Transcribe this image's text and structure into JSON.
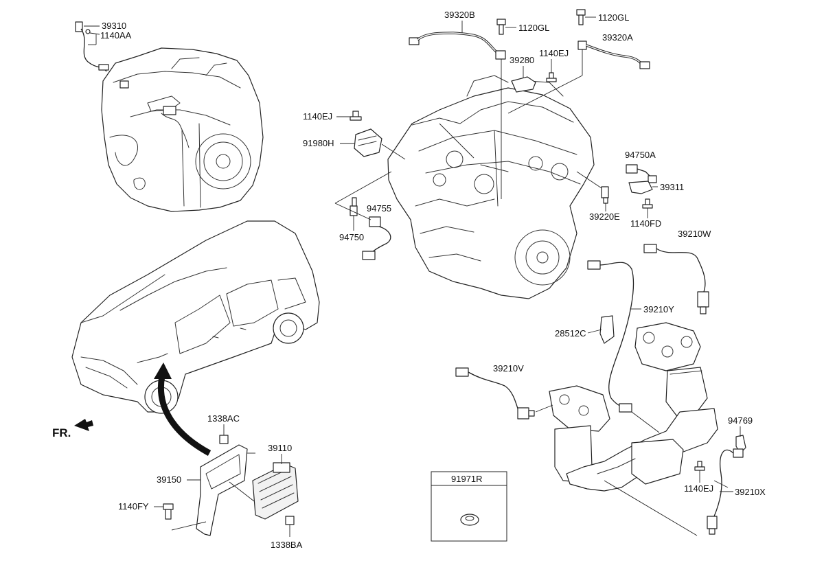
{
  "labels": {
    "p39310": "39310",
    "p1140AA": "1140AA",
    "p39320B": "39320B",
    "p1120GL_a": "1120GL",
    "p1120GL_b": "1120GL",
    "p39320A": "39320A",
    "p1140EJ_a": "1140EJ",
    "p39280": "39280",
    "p1140EJ_b": "1140EJ",
    "p91980H": "91980H",
    "p94750A": "94750A",
    "p39311": "39311",
    "p39220E": "39220E",
    "p1140FD": "1140FD",
    "p94755": "94755",
    "p94750": "94750",
    "p39210W": "39210W",
    "p39210Y": "39210Y",
    "p28512C": "28512C",
    "p39210V": "39210V",
    "p94769": "94769",
    "p1140EJ_c": "1140EJ",
    "p39210X": "39210X",
    "p1338AC": "1338AC",
    "p39110": "39110",
    "p39150": "39150",
    "p1140FY": "1140FY",
    "p1338BA": "1338BA",
    "p91971R": "91971R",
    "fr": "FR."
  }
}
